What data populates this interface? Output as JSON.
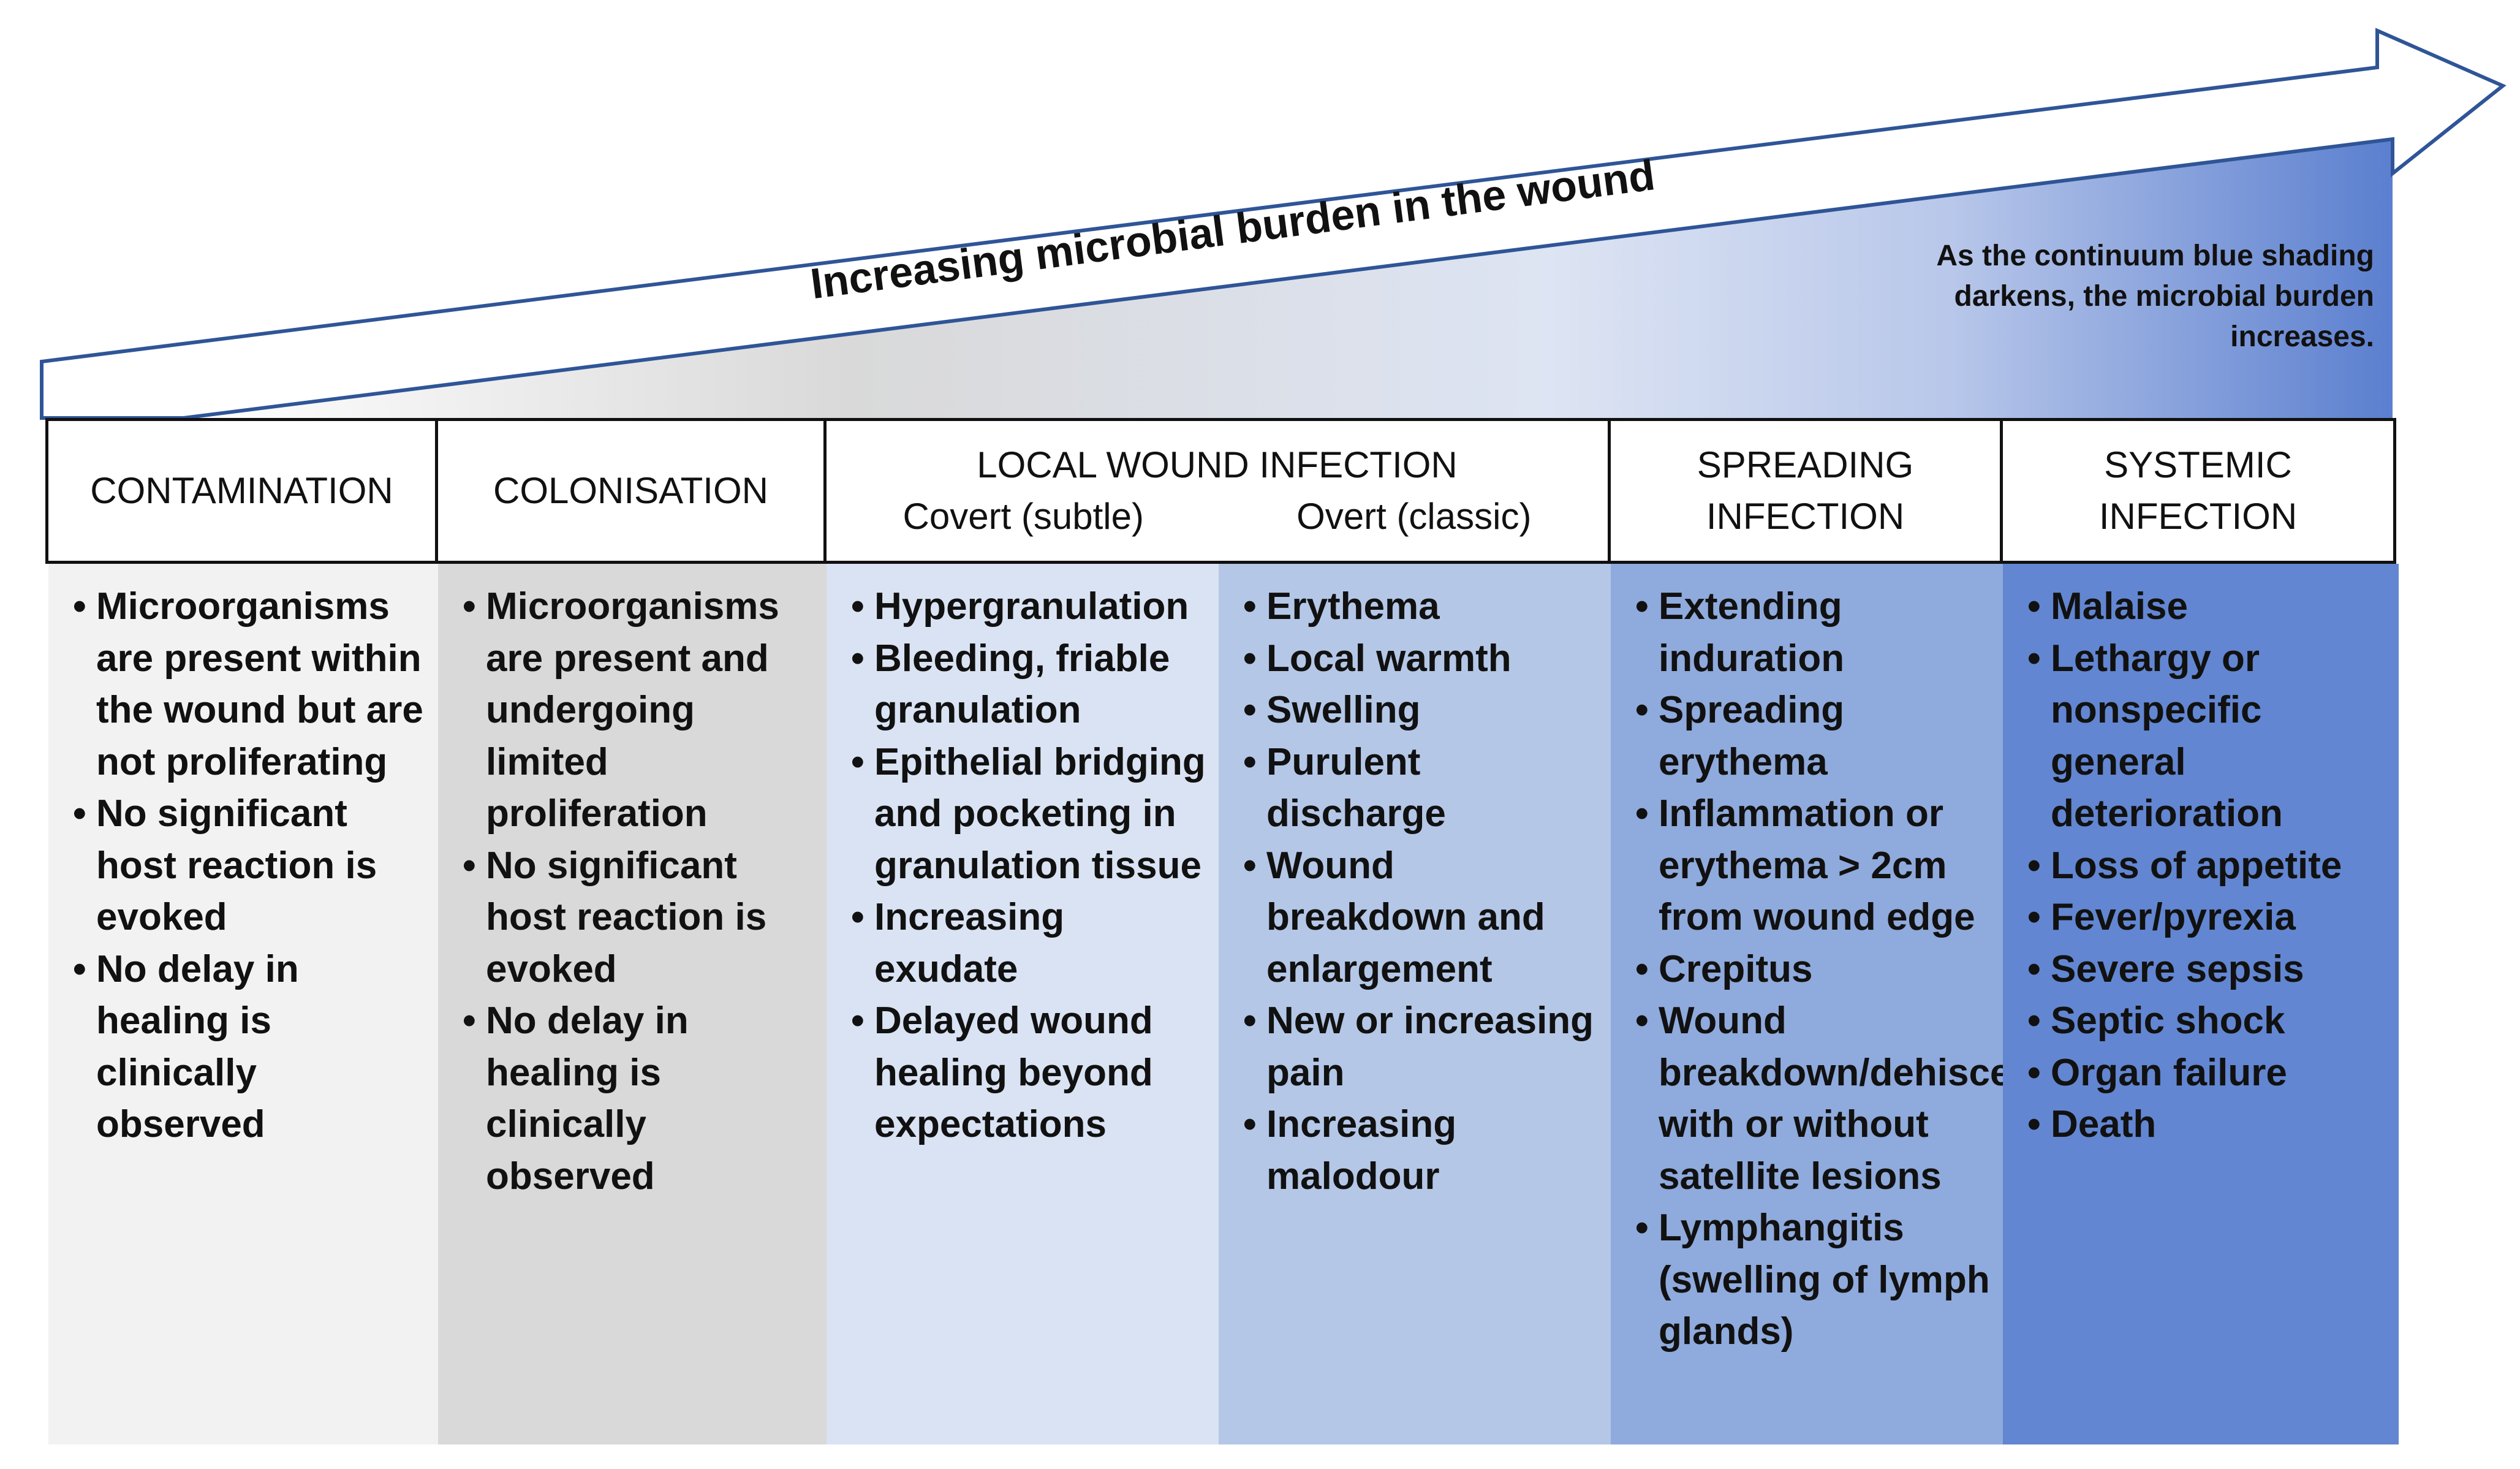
{
  "title_arrow": {
    "label": "Increasing microbial burden in the wound"
  },
  "note": "As the continuum blue shading darkens, the microbial burden increases.",
  "colors": {
    "contamination": "#f2f2f2",
    "colonisation": "#d9d9d9",
    "covert": "#dae3f3",
    "overt": "#b4c7e7",
    "spreading": "#8faadc",
    "systemic": "#6286d1",
    "border": "#111111",
    "arrow_outline": "#2f5597"
  },
  "stages": [
    {
      "key": "contamination",
      "header": "CONTAMINATION",
      "items": [
        "Microorganisms are present within the wound but are not proliferating",
        "No significant host reaction is evoked",
        "No delay in healing is clinically observed"
      ]
    },
    {
      "key": "colonisation",
      "header": "COLONISATION",
      "items": [
        "Microorganisms are present and undergoing limited proliferation",
        "No significant host reaction is evoked",
        "No delay in healing is clinically observed"
      ]
    },
    {
      "key": "local",
      "header": "LOCAL WOUND INFECTION",
      "subheaders": [
        "Covert (subtle)",
        "Overt (classic)"
      ],
      "covert_items": [
        "Hypergranulation",
        "Bleeding, friable granulation",
        "Epithelial bridging and pocketing in granulation tissue",
        "Increasing exudate",
        "Delayed wound healing beyond expectations"
      ],
      "overt_items": [
        "Erythema",
        "Local warmth",
        "Swelling",
        "Purulent discharge",
        "Wound breakdown and enlargement",
        "New or increasing pain",
        "Increasing malodour"
      ]
    },
    {
      "key": "spreading",
      "header_lines": [
        "SPREADING",
        "INFECTION"
      ],
      "items": [
        "Extending induration",
        "Spreading erythema",
        "Inflammation or erythema > 2cm from wound edge",
        "Crepitus",
        "Wound breakdown/dehiscence with or without satellite lesions",
        "Lymphangitis (swelling of lymph glands)"
      ]
    },
    {
      "key": "systemic",
      "header_lines": [
        "SYSTEMIC",
        "INFECTION"
      ],
      "items": [
        "Malaise",
        "Lethargy or nonspecific general deterioration",
        "Loss of appetite",
        "Fever/pyrexia",
        "Severe sepsis",
        "Septic shock",
        "Organ failure",
        "Death"
      ]
    }
  ]
}
